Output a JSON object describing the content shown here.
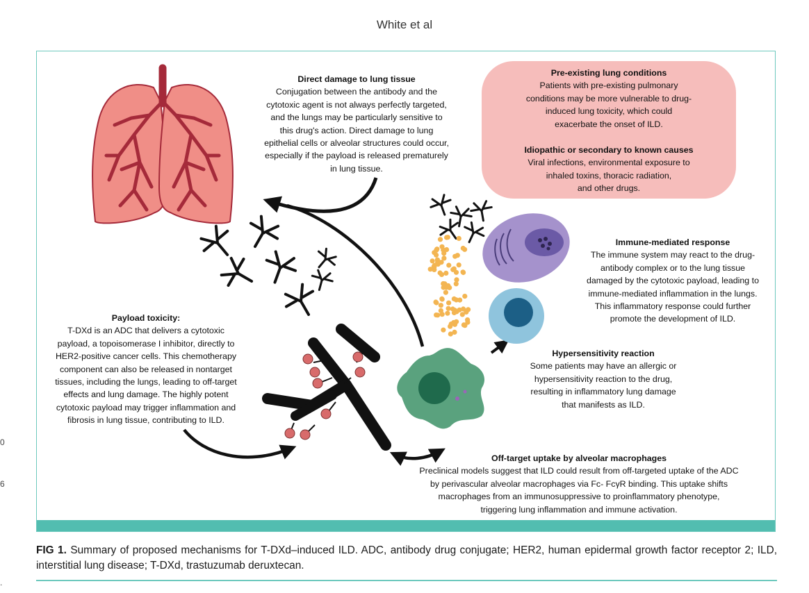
{
  "page": {
    "running_head": "White et al",
    "margin_marks": [
      "0",
      "6",
      "."
    ]
  },
  "figure": {
    "direct_damage": {
      "heading": "Direct damage to lung tissue",
      "lines": [
        "Conjugation between the antibody and the",
        "cytotoxic agent is not always perfectly targeted,",
        "and the lungs may be particularly sensitive to",
        "this drug's action. Direct damage to lung",
        "epithelial cells or alveolar structures could occur,",
        "especially if the payload is released prematurely",
        "in lung tissue."
      ]
    },
    "preexisting": {
      "heading": "Pre-existing lung conditions",
      "lines": [
        "Patients with pre-existing pulmonary",
        "conditions may be more vulnerable to drug-",
        "induced lung toxicity, which could",
        "exacerbate the onset of ILD."
      ]
    },
    "idiopathic": {
      "heading": "Idiopathic or secondary to known causes",
      "lines": [
        "Viral infections, environmental exposure to",
        "inhaled toxins, thoracic radiation,",
        "and other drugs."
      ]
    },
    "immune": {
      "heading": "Immune-mediated response",
      "lines": [
        "The immune system may react to the drug-",
        "antibody complex or to the lung tissue",
        "damaged by the cytotoxic payload, leading to",
        "immune-mediated inflammation in the lungs.",
        "This inflammatory response could further",
        "promote the development of ILD."
      ]
    },
    "payload": {
      "heading": "Payload toxicity:",
      "lines": [
        "T-DXd is an ADC that delivers a cytotoxic",
        "payload, a topoisomerase I inhibitor, directly to",
        "HER2-positive cancer cells. This chemotherapy",
        "component can also be released in nontarget",
        "tissues, including the lungs, leading to off-target",
        "effects and lung damage. The highly potent",
        "cytotoxic payload may trigger inflammation and",
        "fibrosis in lung tissue, contributing to ILD."
      ]
    },
    "hypersensitivity": {
      "heading": "Hypersensitivity reaction",
      "lines": [
        "Some patients may have an allergic or",
        "hypersensitivity reaction to the drug,",
        "resulting in inflammatory lung damage",
        "that manifests as ILD."
      ]
    },
    "offtarget": {
      "heading": "Off-target uptake by alveolar macrophages",
      "lines": [
        "Preclinical models suggest that ILD could result from off-targeted uptake of the ADC",
        "by perivascular alveolar macrophages via Fc- FcγR binding. This uptake shifts",
        "macrophages from an immunosuppressive to proinflammatory phenotype,",
        "triggering lung inflammation and immune activation."
      ]
    }
  },
  "caption": {
    "label": "FIG 1.",
    "text": " Summary of proposed mechanisms for T-DXd–induced ILD. ADC, antibody drug conjugate; HER2, human epidermal growth factor receptor 2; ILD, interstitial lung disease; T-DXd, trastuzumab deruxtecan."
  },
  "colors": {
    "teal": "#52bdb0",
    "pink_box": "#f6bdbb",
    "lung": "#f08e87",
    "lung_vessel": "#a52a3a",
    "payload_dot": "#d86b6b",
    "granule": "#f3b552",
    "purple_cell": "#a592cc",
    "blue_cell": "#8fc4dd",
    "macrophage": "#5aa27e"
  }
}
